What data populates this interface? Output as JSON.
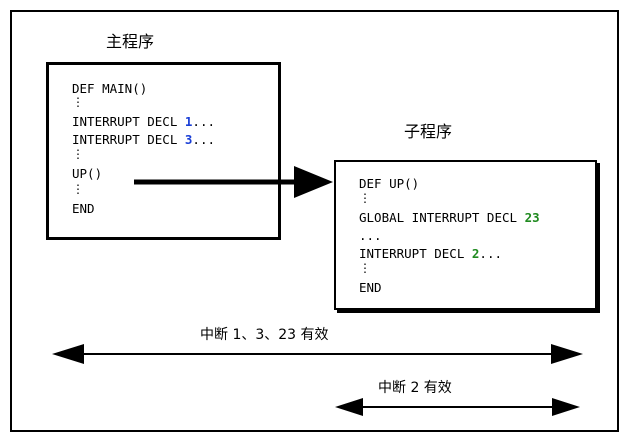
{
  "headings": {
    "main_program": "主程序",
    "subprogram": "子程序"
  },
  "main_code": {
    "line1": "DEF MAIN()",
    "line3_prefix": "INTERRUPT DECL ",
    "line3_num": "1",
    "line3_suffix": "...",
    "line4_prefix": "INTERRUPT DECL ",
    "line4_num": "3",
    "line4_suffix": "...",
    "line6": "UP()",
    "line8": "END"
  },
  "sub_code": {
    "line1": "DEF UP()",
    "line3_prefix": "GLOBAL INTERRUPT DECL ",
    "line3_num": "23",
    "line4": "...",
    "line5_prefix": "INTERRUPT DECL ",
    "line5_num": "2",
    "line5_suffix": "...",
    "line7": "END"
  },
  "ranges": {
    "global_label": "中断 1、3、23 有效",
    "local_label": "中断 2 有效"
  },
  "colors": {
    "blue_number": "#1a3fd6",
    "green_number": "#1f8a1f"
  }
}
